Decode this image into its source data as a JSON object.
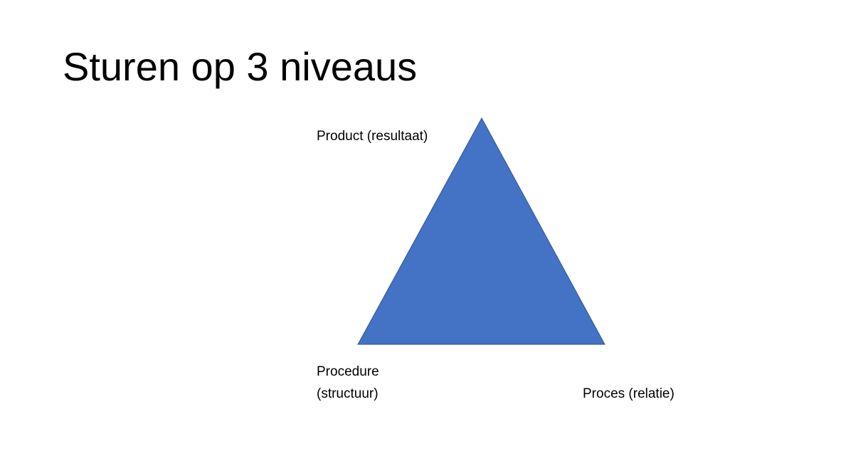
{
  "slide": {
    "title": "Sturen op 3 niveaus"
  },
  "diagram": {
    "shape_color": "#4472C4",
    "shape_outline": "#2F5597",
    "labels": {
      "top": "Product (resultaat)",
      "bottom_left_line1": "Procedure",
      "bottom_left_line2": "(structuur)",
      "bottom_right": "Proces (relatie)"
    }
  }
}
